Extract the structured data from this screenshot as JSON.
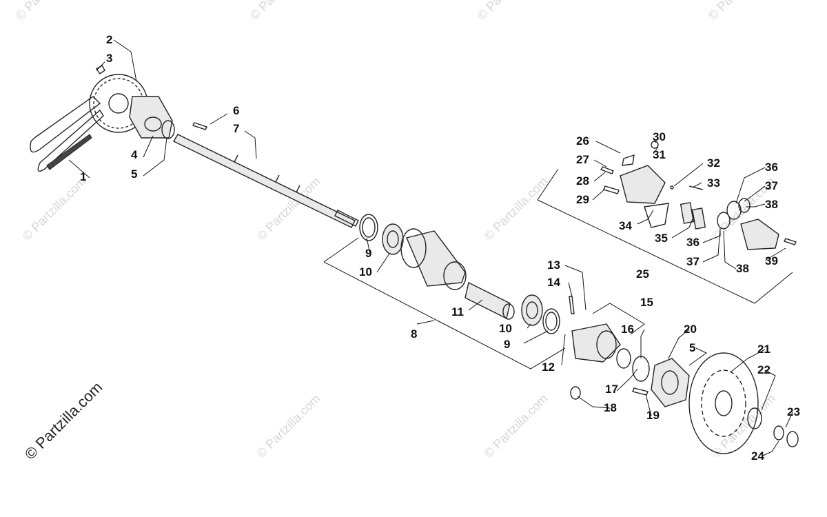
{
  "callouts": [
    {
      "id": "c1",
      "text": "1"
    },
    {
      "id": "c2",
      "text": "2"
    },
    {
      "id": "c3",
      "text": "3"
    },
    {
      "id": "c4",
      "text": "4"
    },
    {
      "id": "c5a",
      "text": "5"
    },
    {
      "id": "c6",
      "text": "6"
    },
    {
      "id": "c7",
      "text": "7"
    },
    {
      "id": "c8",
      "text": "8"
    },
    {
      "id": "c9a",
      "text": "9"
    },
    {
      "id": "c9b",
      "text": "9"
    },
    {
      "id": "c10a",
      "text": "10"
    },
    {
      "id": "c10b",
      "text": "10"
    },
    {
      "id": "c11",
      "text": "11"
    },
    {
      "id": "c12",
      "text": "12"
    },
    {
      "id": "c13",
      "text": "13"
    },
    {
      "id": "c14",
      "text": "14"
    },
    {
      "id": "c15",
      "text": "15"
    },
    {
      "id": "c16",
      "text": "16"
    },
    {
      "id": "c17",
      "text": "17"
    },
    {
      "id": "c18",
      "text": "18"
    },
    {
      "id": "c19",
      "text": "19"
    },
    {
      "id": "c20",
      "text": "20"
    },
    {
      "id": "c5b",
      "text": "5"
    },
    {
      "id": "c21",
      "text": "21"
    },
    {
      "id": "c22",
      "text": "22"
    },
    {
      "id": "c23",
      "text": "23"
    },
    {
      "id": "c24",
      "text": "24"
    },
    {
      "id": "c25",
      "text": "25"
    },
    {
      "id": "c26",
      "text": "26"
    },
    {
      "id": "c27",
      "text": "27"
    },
    {
      "id": "c28",
      "text": "28"
    },
    {
      "id": "c29",
      "text": "29"
    },
    {
      "id": "c30",
      "text": "30"
    },
    {
      "id": "c31",
      "text": "31"
    },
    {
      "id": "c32",
      "text": "32"
    },
    {
      "id": "c33",
      "text": "33"
    },
    {
      "id": "c34",
      "text": "34"
    },
    {
      "id": "c35",
      "text": "35"
    },
    {
      "id": "c36a",
      "text": "36"
    },
    {
      "id": "c36b",
      "text": "36"
    },
    {
      "id": "c37a",
      "text": "37"
    },
    {
      "id": "c37b",
      "text": "37"
    },
    {
      "id": "c38a",
      "text": "38"
    },
    {
      "id": "c38b",
      "text": "38"
    },
    {
      "id": "c39",
      "text": "39"
    }
  ],
  "watermark": "© Partzilla.com",
  "credit": "© Partzilla.com"
}
